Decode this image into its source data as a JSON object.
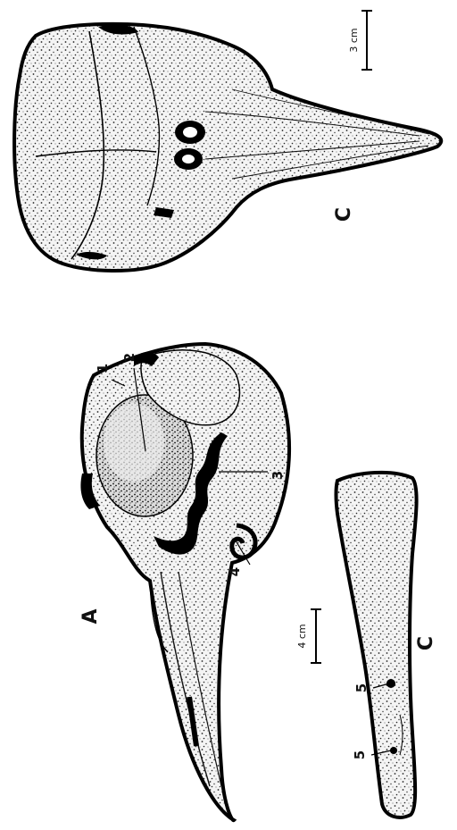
{
  "figure": {
    "panel_a_label": "A",
    "panel_c_top_label": "C",
    "panel_c_bottom_label": "C",
    "callouts": [
      "1",
      "2",
      "3",
      "4",
      "5",
      "5"
    ],
    "scale_top": "3 cm",
    "scale_bottom": "4 cm"
  }
}
